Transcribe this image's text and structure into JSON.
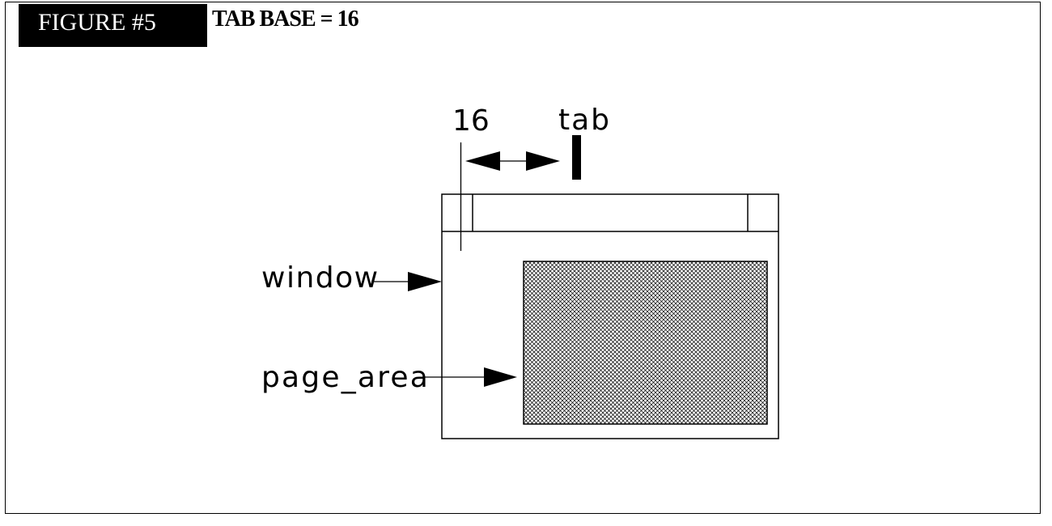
{
  "figure": {
    "label": "FIGURE #5",
    "title": "TAB BASE = 16"
  },
  "diagram": {
    "dimension_label": "16",
    "tab_label": "tab",
    "window_label": "window",
    "page_area_label": "page_area",
    "page_area_fill": "crosshatch"
  }
}
